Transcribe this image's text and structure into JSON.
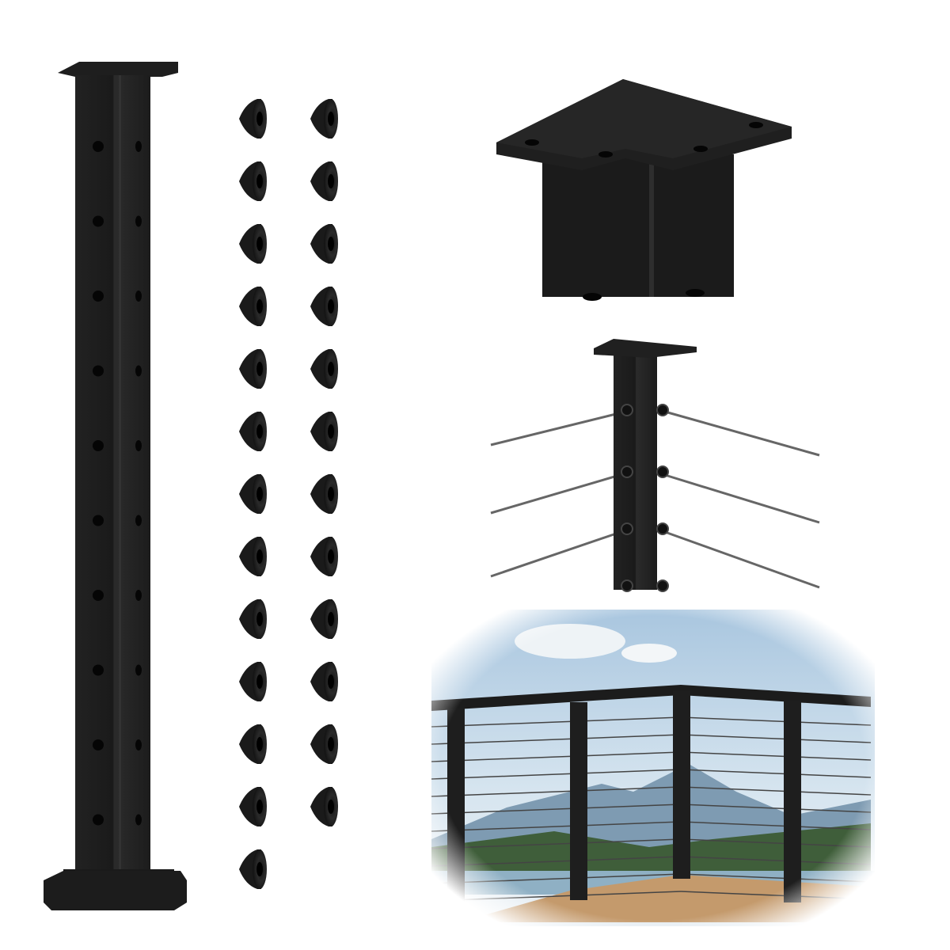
{
  "colors": {
    "background": "#ffffff",
    "post": "#1f1f1f",
    "post_highlight": "#2c2c2c",
    "hole": "#050505",
    "cable": "#6a6a6a",
    "sky": "#bcd3e6",
    "mountain": "#6f8fa8",
    "trees": "#3f5e3a",
    "deck": "#c49a6c"
  },
  "components": {
    "post_count": 1,
    "grommet_count": 25,
    "holes_per_side": 10
  },
  "icons": [
    "railing-post-image",
    "grommet-image",
    "post-top-closeup-image",
    "cable-post-detail-image",
    "deck-railing-scene-image"
  ]
}
